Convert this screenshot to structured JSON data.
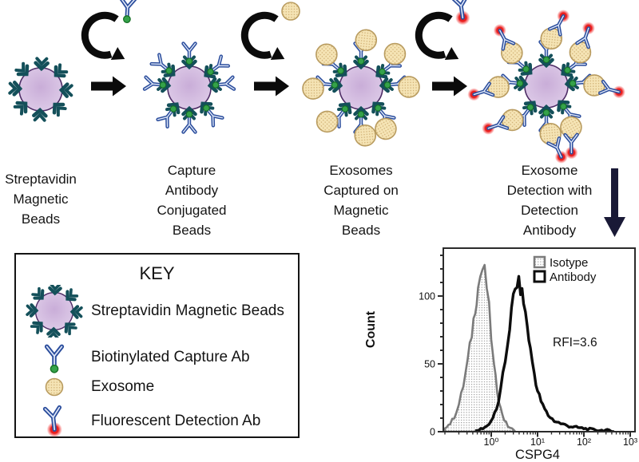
{
  "workflow": {
    "step_labels": [
      "Streptavidin\nMagnetic\nBeads",
      "Capture\nAntibody\nConjugated\nBeads",
      "Exosomes\nCaptured on\nMagnetic\nBeads",
      "Exosome\nDetection with\nDetection\nAntibody"
    ],
    "reagent_icons": [
      "biotinylated-capture-ab",
      "exosome",
      "fluorescent-detection-ab"
    ],
    "arrow_icons": [
      "add-reagent-curved-arrow",
      "step-arrow",
      "to-histogram-down-arrow"
    ]
  },
  "key": {
    "title": "KEY",
    "items": [
      {
        "icon": "streptavidin-magnetic-bead-icon",
        "label": "Streptavidin Magnetic Beads"
      },
      {
        "icon": "biotinylated-capture-ab-icon",
        "label": "Biotinylated Capture Ab"
      },
      {
        "icon": "exosome-icon",
        "label": "Exosome"
      },
      {
        "icon": "fluorescent-detection-ab-icon",
        "label": "Fluorescent Detection Ab"
      }
    ]
  },
  "chart_data": {
    "type": "area",
    "subtype": "flow-cytometry-histogram",
    "title": "",
    "xlabel": "CSPG4",
    "ylabel": "Count",
    "x_scale": "log",
    "xlim": [
      0.09,
      1100
    ],
    "ylim": [
      0,
      135
    ],
    "x_tick_values": [
      1,
      10,
      100,
      1000
    ],
    "x_tick_labels": [
      "10⁰",
      "10¹",
      "10²",
      "10³"
    ],
    "y_ticks": [
      0,
      50,
      100
    ],
    "y_minor_step": 10,
    "grid": false,
    "legend_position": "top-right",
    "annotation": "RFI=3.6",
    "legend": [
      {
        "name": "Isotype",
        "style": "gray outline, stippled fill"
      },
      {
        "name": "Antibody",
        "style": "black outline, no fill"
      }
    ],
    "series": [
      {
        "name": "Isotype",
        "peak_x": 0.65,
        "peak_y": 120,
        "x": [
          0.1,
          0.13,
          0.16,
          0.2,
          0.25,
          0.31,
          0.38,
          0.45,
          0.52,
          0.58,
          0.65,
          0.72,
          0.8,
          0.9,
          1.0,
          1.15,
          1.35,
          1.6,
          1.9,
          2.3,
          2.8,
          3.3
        ],
        "y": [
          3,
          6,
          11,
          20,
          34,
          52,
          72,
          92,
          106,
          115,
          120,
          117,
          107,
          90,
          70,
          48,
          30,
          17,
          9,
          4,
          2,
          0
        ]
      },
      {
        "name": "Antibody",
        "peak_x": 3.6,
        "peak_y": 110,
        "x": [
          0.45,
          0.6,
          0.8,
          1.0,
          1.3,
          1.6,
          2.0,
          2.5,
          3.0,
          3.6,
          4.3,
          5.0,
          6.0,
          7.0,
          8.5,
          10,
          13,
          17,
          23,
          32,
          48,
          75,
          120,
          200,
          320,
          450
        ],
        "y": [
          0,
          2,
          4,
          8,
          16,
          30,
          52,
          78,
          98,
          110,
          106,
          96,
          78,
          60,
          43,
          30,
          19,
          12,
          8,
          6,
          4,
          3,
          2,
          1,
          1,
          0
        ]
      }
    ]
  },
  "colors": {
    "bead_fill_outer": "#dccae7",
    "bead_fill_inner": "#c9add8",
    "bead_stroke": "#4e2d66",
    "streptavidin_teal": "#14505a",
    "antibody_dark_blue": "#2b4d9c",
    "antibody_light_blue": "#dfe8f9",
    "biotin_green": "#35a24a",
    "biotin_green_stroke": "#157024",
    "exosome_fill": "#f5e4b5",
    "exosome_stroke": "#b99c60",
    "exosome_dot": "#cfae72",
    "fluor_red": "#e81e1e",
    "arrow_black": "#0b0b0b",
    "down_arrow_navy": "#191936",
    "hist_gray": "#7b7b7b",
    "hist_black": "#0d0d0d",
    "hist_dot_gray": "#8f8f8f",
    "hist_frame": "#2b2b2b"
  }
}
